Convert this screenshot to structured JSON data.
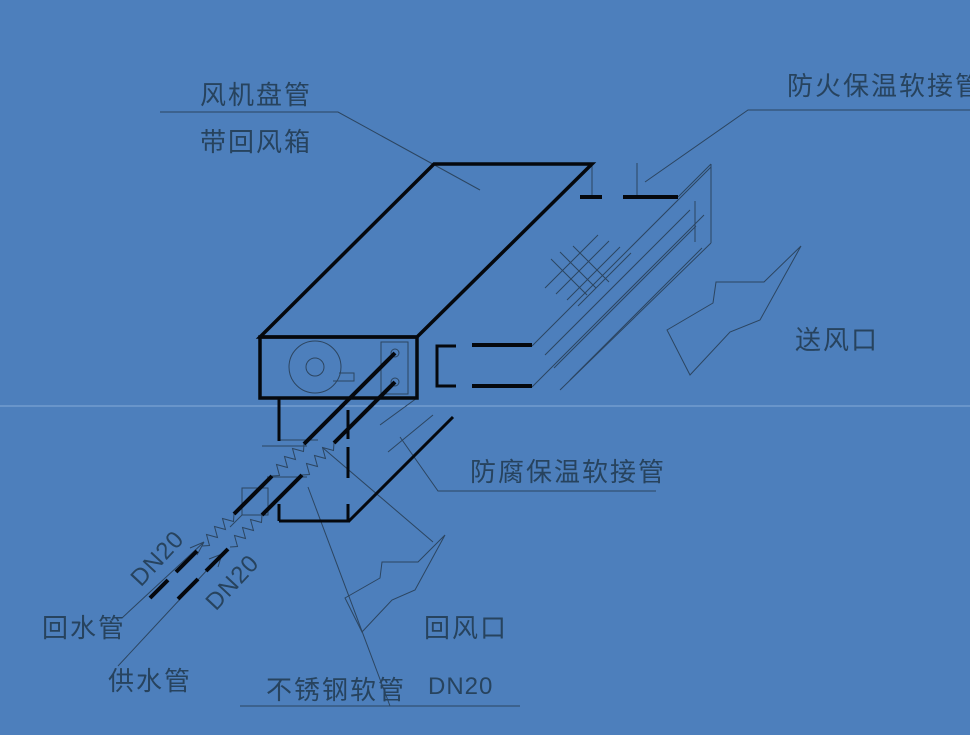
{
  "page": {
    "background": "#4d7fbc",
    "description_labels_language": "zh-CN"
  },
  "colors": {
    "background": "#4d7fbc",
    "thick_line": "#05080d",
    "thin_line": "#2c4560",
    "text": "#27435e",
    "light_guide_line": "#85abd9"
  },
  "labels": {
    "fan_coil_unit_line1": "风机盘管",
    "fan_coil_unit_line2": "带回风箱",
    "fireproof_flex_duct": "防火保温软接管",
    "supply_air_outlet": "送风口",
    "anticorrosive_flex_duct": "防腐保温软接管",
    "return_air_inlet": "回风口",
    "stainless_hose": "不锈钢软管",
    "stainless_hose_size": "DN20",
    "pipe_size_1": "DN20",
    "pipe_size_2": "DN20",
    "return_water_pipe": "回水管",
    "supply_water_pipe": "供水管"
  }
}
